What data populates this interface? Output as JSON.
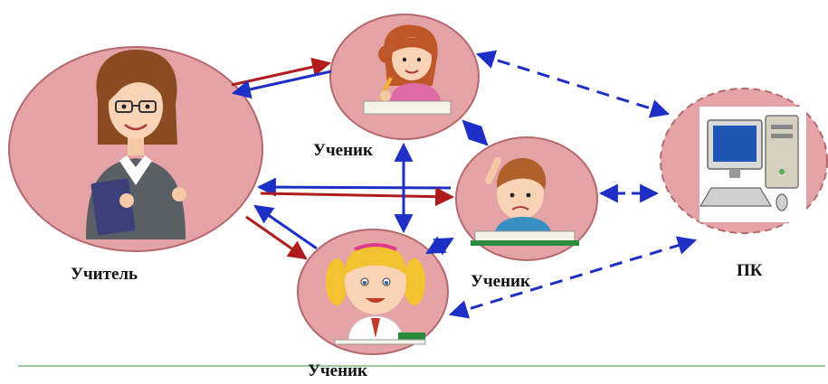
{
  "diagram": {
    "nodes": {
      "teacher": {
        "label": "Учитель",
        "icon": "teacher-icon"
      },
      "student_top": {
        "label": "Ученик",
        "icon": "girl-writing-icon"
      },
      "student_middle": {
        "label": "Ученик",
        "icon": "boy-reading-icon"
      },
      "student_bottom": {
        "label": "Ученик",
        "icon": "girl-pigtails-icon"
      },
      "pc": {
        "label": "ПК",
        "icon": "computer-icon"
      }
    },
    "edges": [
      {
        "from": "teacher",
        "to": "student_top",
        "style": "solid",
        "direction": "two-way"
      },
      {
        "from": "teacher",
        "to": "student_middle",
        "style": "solid",
        "direction": "two-way"
      },
      {
        "from": "teacher",
        "to": "student_bottom",
        "style": "solid",
        "direction": "two-way"
      },
      {
        "from": "student_top",
        "to": "student_middle",
        "style": "solid",
        "direction": "two-way"
      },
      {
        "from": "student_top",
        "to": "student_bottom",
        "style": "solid",
        "direction": "two-way"
      },
      {
        "from": "student_middle",
        "to": "student_bottom",
        "style": "solid",
        "direction": "two-way"
      },
      {
        "from": "student_top",
        "to": "pc",
        "style": "dashed",
        "direction": "two-way"
      },
      {
        "from": "student_middle",
        "to": "pc",
        "style": "dashed",
        "direction": "two-way"
      },
      {
        "from": "student_bottom",
        "to": "pc",
        "style": "dashed",
        "direction": "two-way"
      }
    ],
    "colors": {
      "node_fill": "#e4a3a6",
      "node_stroke": "#b5686d",
      "teacher_to_student": "#b01c1c",
      "student_to_teacher": "#1d2fc4",
      "peer_link": "#1d2fc4",
      "pc_link": "#1d2fc4",
      "ground_line": "#7ab87a"
    }
  }
}
